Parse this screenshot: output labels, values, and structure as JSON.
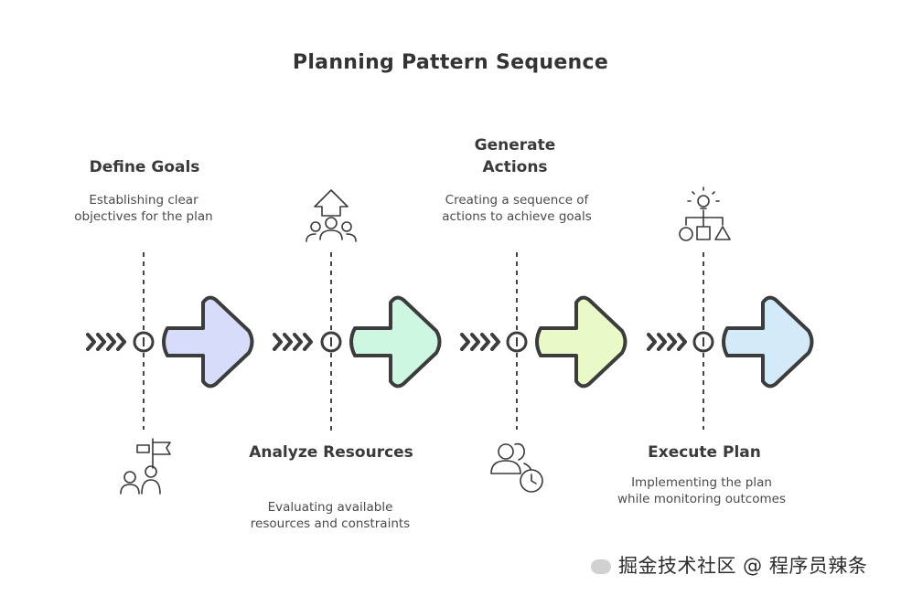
{
  "title": "Planning Pattern Sequence",
  "stages": [
    {
      "title": "Define Goals",
      "description": "Establishing clear objectives for the plan",
      "icon": "team-flag-icon",
      "arrow_color": "#d8dcfb"
    },
    {
      "title": "Analyze Resources",
      "description": "Evaluating available resources and constraints",
      "icon": "team-growth-icon",
      "arrow_color": "#cdf7e1"
    },
    {
      "title": "Generate Actions",
      "description": "Creating a sequence of actions to achieve goals",
      "icon": "users-clock-icon",
      "arrow_color": "#e9f9c8"
    },
    {
      "title": "Execute Plan",
      "description": "Implementing the plan while monitoring outcomes",
      "icon": "idea-flowchart-icon",
      "arrow_color": "#d3ebf8"
    }
  ],
  "watermark": "掘金技术社区 @ 程序员辣条"
}
